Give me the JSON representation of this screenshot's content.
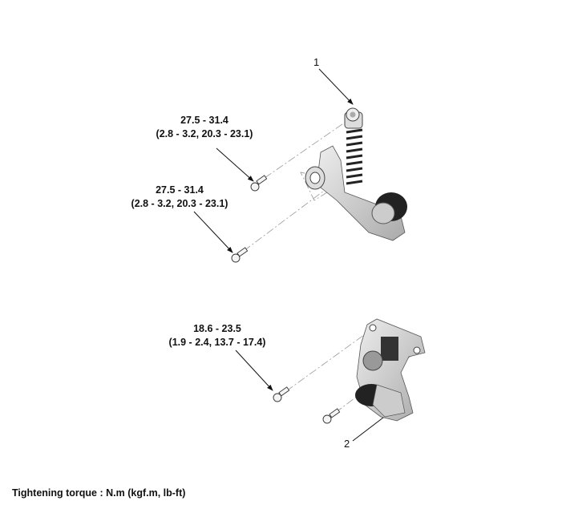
{
  "callouts": {
    "item1": "1",
    "item2": "2"
  },
  "torques": [
    {
      "main": "27.5 - 31.4",
      "sub": "(2.8 - 3.2, 20.3 - 23.1)"
    },
    {
      "main": "27.5 - 31.4",
      "sub": "(2.8 - 3.2, 20.3 - 23.1)"
    },
    {
      "main": "18.6 - 23.5",
      "sub": "(1.9 - 2.4, 13.7 - 17.4)"
    }
  ],
  "footer": "Tightening torque : N.m (kgf.m, lb-ft)"
}
